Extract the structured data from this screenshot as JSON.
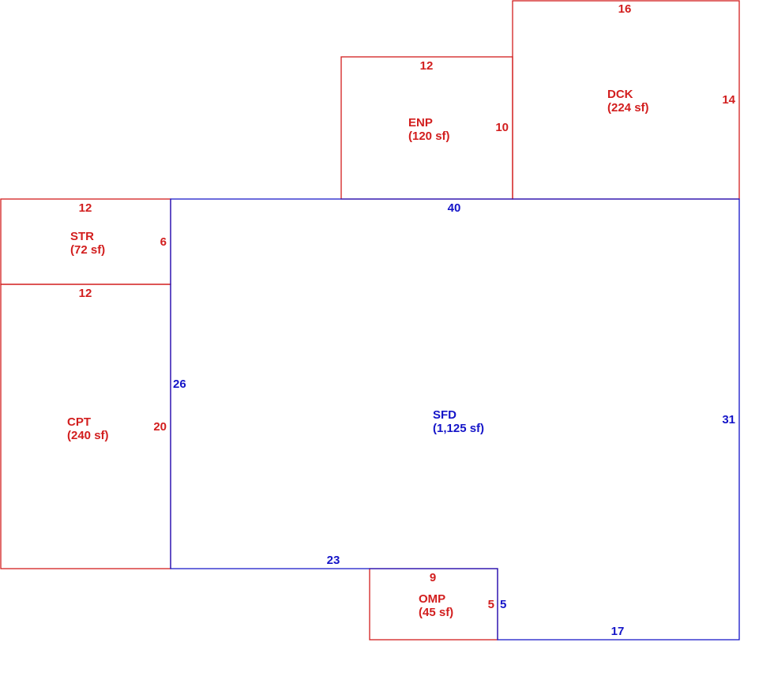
{
  "colors": {
    "sfd": "#1414c8",
    "addon": "#d21e1e",
    "background": "#ffffff"
  },
  "sfd": {
    "code": "SFD",
    "area": "(1,125 sf)",
    "dims": {
      "top": "40",
      "left": "26",
      "right": "31",
      "bottom_left": "23",
      "notch": "5",
      "bottom_right": "17"
    }
  },
  "dck": {
    "code": "DCK",
    "area": "(224 sf)",
    "dims": {
      "top": "16",
      "right": "14"
    }
  },
  "enp": {
    "code": "ENP",
    "area": "(120 sf)",
    "dims": {
      "top": "12",
      "right": "10"
    }
  },
  "str": {
    "code": "STR",
    "area": "(72 sf)",
    "dims": {
      "top": "12",
      "right": "6"
    }
  },
  "cpt": {
    "code": "CPT",
    "area": "(240 sf)",
    "dims": {
      "top": "12",
      "right": "20"
    }
  },
  "omp": {
    "code": "OMP",
    "area": "(45 sf)",
    "dims": {
      "top": "9",
      "right": "5"
    }
  }
}
